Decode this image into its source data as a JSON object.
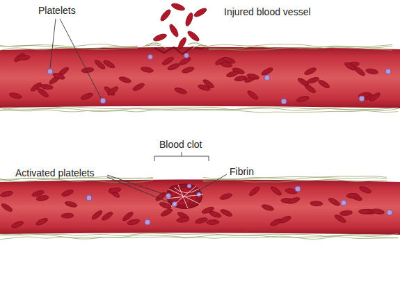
{
  "diagram": {
    "labels": [
      "Platelets",
      "Injured blood vessel",
      "Blood clot",
      "Activated platelets",
      "Fibrin"
    ]
  }
}
